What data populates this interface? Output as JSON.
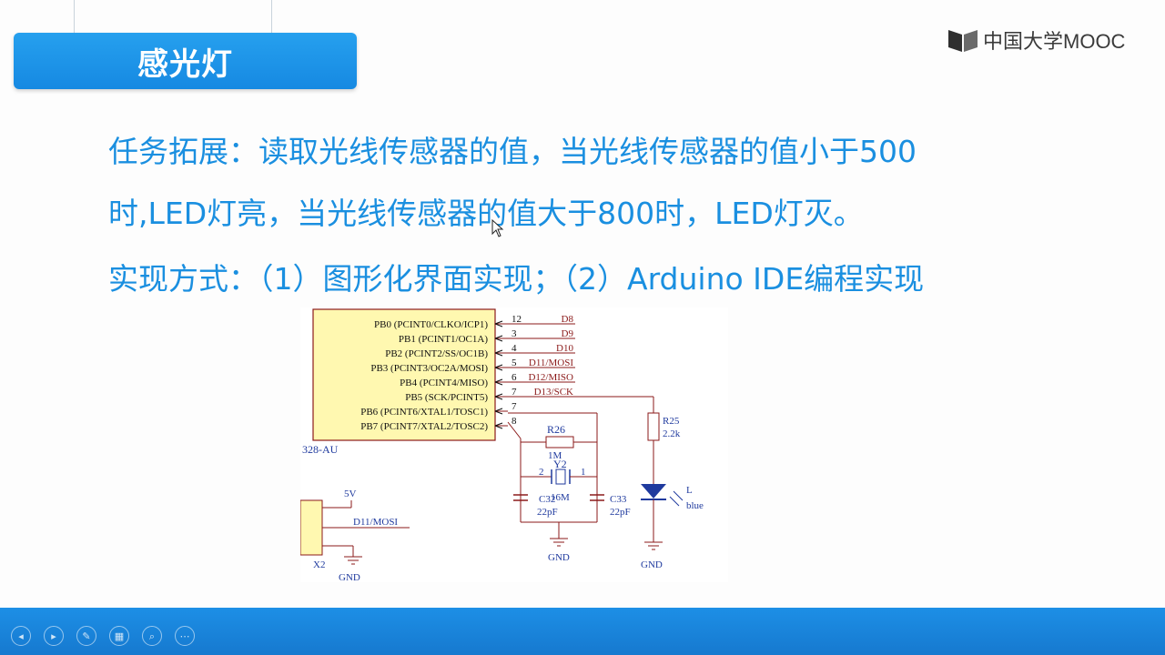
{
  "slide": {
    "title": "感光灯",
    "logo_text": "中国大学MOOC",
    "lines": [
      "任务拓展：读取光线传感器的值，当光线传感器的值小于500",
      "时,LED灯亮，当光线传感器的值大于800时，LED灯灭。",
      "实现方式：（1）图形化界面实现；（2）Arduino IDE编程实现"
    ]
  },
  "schematic": {
    "pins": [
      {
        "label": "PB0 (PCINT0/CLKO/ICP1)",
        "num": "12",
        "net": "D8"
      },
      {
        "label": "PB1 (PCINT1/OC1A)",
        "num": "3",
        "net": "D9"
      },
      {
        "label": "PB2 (PCINT2/SS/OC1B)",
        "num": "4",
        "net": "D10"
      },
      {
        "label": "PB3 (PCINT3/OC2A/MOSI)",
        "num": "5",
        "net": "D11/MOSI"
      },
      {
        "label": "PB4 (PCINT4/MISO)",
        "num": "6",
        "net": "D12/MISO"
      },
      {
        "label": "PB5 (SCK/PCINT5)",
        "num": "7",
        "net": "D13/SCK"
      },
      {
        "label": "PB6 (PCINT6/XTAL1/TOSC1)",
        "num": "7",
        "net": ""
      },
      {
        "label": "PB7 (PCINT7/XTAL2/TOSC2)",
        "num": "8",
        "net": ""
      }
    ],
    "chip_name": "328-AU",
    "r26": "R26",
    "r26_val": "1M",
    "y2": "Y2",
    "y2_pin2": "2",
    "y2_pin1": "1",
    "y2_freq": "16M",
    "c32": "C32",
    "c32_val": "22pF",
    "c33": "C33",
    "c33_val": "22pF",
    "gnd": "GND",
    "r25": "R25",
    "r25_val": "2.2k",
    "led_name": "L",
    "led_color": "blue",
    "v5": "5V",
    "x2_net": "D11/MOSI",
    "x2_name": "X2"
  },
  "controls": [
    {
      "name": "prev-icon",
      "glyph": "◂"
    },
    {
      "name": "next-icon",
      "glyph": "▸"
    },
    {
      "name": "pen-icon",
      "glyph": "✎"
    },
    {
      "name": "slides-icon",
      "glyph": "▦"
    },
    {
      "name": "zoom-icon",
      "glyph": "⌕"
    },
    {
      "name": "more-icon",
      "glyph": "⋯"
    }
  ],
  "colors": {
    "accent": "#1a8fe0",
    "title_bar": "#1689e2",
    "schematic_wire": "#8b1a1a",
    "schematic_blue": "#1f3a9e",
    "chip_fill": "#fff8b0"
  }
}
